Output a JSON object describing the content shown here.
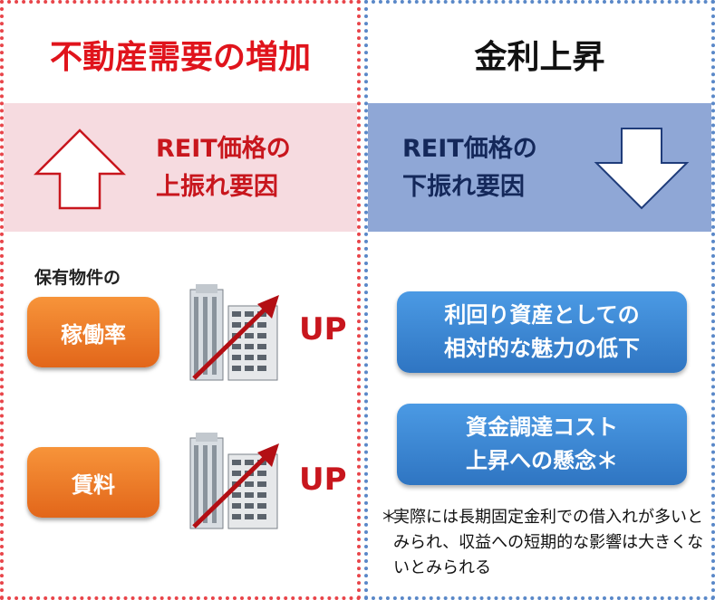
{
  "left": {
    "title": "不動産需要の増加",
    "factor_line1": "REIT価格の",
    "factor_line2": "上振れ要因",
    "subheading": "保有物件の",
    "items": [
      {
        "label": "稼働率",
        "result": "UP"
      },
      {
        "label": "賃料",
        "result": "UP"
      }
    ]
  },
  "right": {
    "title": "金利上昇",
    "factor_line1": "REIT価格の",
    "factor_line2": "下振れ要因",
    "box1_line1": "利回り資産としての",
    "box1_line2": "相対的な魅力の低下",
    "box2_line1": "資金調達コスト",
    "box2_line2": "上昇への懸念＊",
    "note_mark": "＊",
    "note_text": "実際には長期固定金利での借入れが多いとみられ、収益への短期的な影響は大きくないとみられる"
  },
  "colors": {
    "left_border": "#e8454a",
    "right_border": "#5a88c8",
    "left_band": "#f6dbe0",
    "right_band": "#8fa7d6",
    "factor_red": "#c8161d",
    "factor_navy": "#14285a",
    "orange_button": "#ef7d2a",
    "blue_button": "#3a86d6"
  },
  "icons": [
    "up-arrow-icon",
    "down-arrow-icon",
    "building-icon",
    "rising-trend-arrow-icon"
  ]
}
